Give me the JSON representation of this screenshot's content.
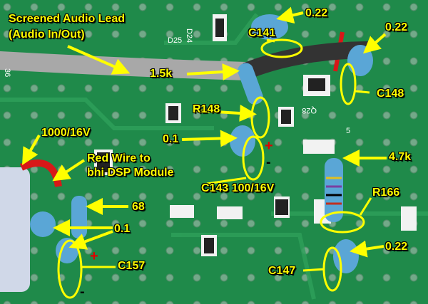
{
  "annotations": {
    "audio_lead_line1": "Screened Audio Lead",
    "audio_lead_line2": "(Audio In/Out)",
    "cap_top_value": "0.22",
    "c141": "C141",
    "cap_top_right_value": "0.22",
    "resistor_1_5k": "1.5k",
    "c148": "C148",
    "r148": "R148",
    "cap_0_1_mid": "0.1",
    "electrolytic_value": "1000/16V",
    "red_wire_line1": "Red Wire to",
    "red_wire_line2": "bhi DSP Module",
    "resistor_4_7k": "4.7k",
    "c143": "C143 100/16V",
    "resistor_68": "68",
    "r166": "R166",
    "cap_0_1_low": "0.1",
    "c157": "C157",
    "cap_bottom_right_value": "0.22",
    "c147": "C147",
    "plus_sign": "+",
    "minus_sign": "-"
  },
  "board_silkscreen": [
    "D24",
    "D25",
    "Q28",
    "5",
    "36"
  ],
  "colors": {
    "label": "#ffff00",
    "board": "#1f8a4a",
    "plus": "#e00000",
    "minus": "#000000"
  }
}
